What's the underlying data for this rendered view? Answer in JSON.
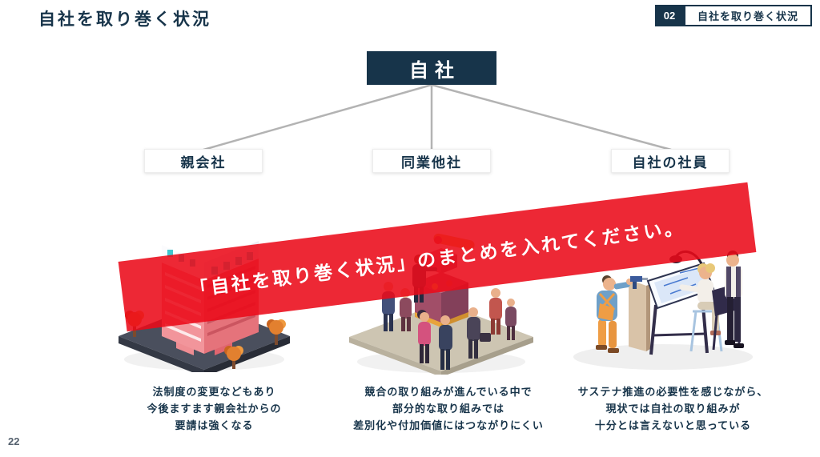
{
  "header": {
    "title": "自社を取り巻く状況",
    "badge": {
      "number": "02",
      "label": "自社を取り巻く状況"
    }
  },
  "org_chart": {
    "root": "自社",
    "children": [
      {
        "label": "親会社"
      },
      {
        "label": "同業他社"
      },
      {
        "label": "自社の社員"
      }
    ]
  },
  "banner": {
    "text": "「自社を取り巻く状況」のまとめを入れてください。",
    "color": "#eb0a19"
  },
  "illustrations": [
    {
      "name": "office-building"
    },
    {
      "name": "crowd-at-booth"
    },
    {
      "name": "workers-drafting"
    }
  ],
  "notes": [
    {
      "lines": [
        "法制度の変更などもあり",
        "今後ますます親会社からの",
        "要請は強くなる"
      ]
    },
    {
      "lines": [
        "競合の取り組みが進んでいる中で",
        "部分的な取り組みでは",
        "差別化や付加価値にはつながりにくい"
      ]
    },
    {
      "lines": [
        "サステナ推進の必要性を感じながら、",
        "現状では自社の取り組みが",
        "十分とは言えないと思っている"
      ]
    }
  ],
  "page": {
    "number": "22"
  },
  "colors": {
    "navy": "#17344a",
    "red": "#eb0a19",
    "connector_gray": "#b3b3b3"
  }
}
